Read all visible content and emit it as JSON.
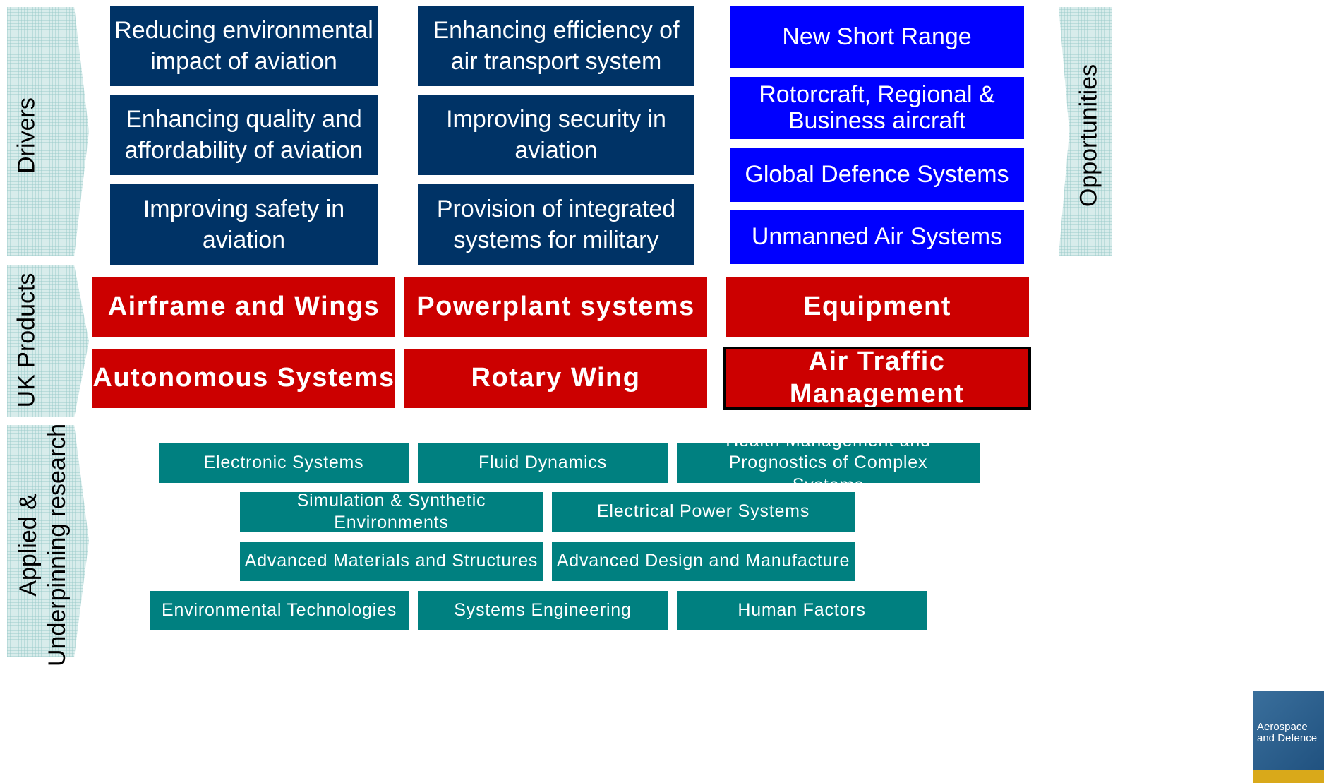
{
  "bands": {
    "drivers": "Drivers",
    "products": "UK Products",
    "research_line1": "Applied &",
    "research_line2": "Underpinning research",
    "opportunities": "Opportunities"
  },
  "drivers": [
    "Reducing environmental impact of aviation",
    "Enhancing efficiency of air transport system",
    "Enhancing quality and affordability of aviation",
    "Improving security in aviation",
    "Improving safety in aviation",
    "Provision of integrated systems for military"
  ],
  "opportunities": [
    "New Short Range",
    "Rotorcraft, Regional & Business aircraft",
    "Global Defence Systems",
    "Unmanned Air Systems"
  ],
  "products": [
    "Airframe and Wings",
    "Powerplant systems",
    "Equipment",
    "Autonomous Systems",
    "Rotary Wing",
    "Air Traffic Management"
  ],
  "research": [
    "Electronic Systems",
    "Fluid Dynamics",
    "Health Management and Prognostics of Complex Systems",
    "Simulation & Synthetic Environments",
    "Electrical Power Systems",
    "Advanced Materials and Structures",
    "Advanced Design and Manufacture",
    "Environmental Technologies",
    "Systems Engineering",
    "Human Factors"
  ],
  "logo": {
    "line1": "Aerospace",
    "line2": "and Defence"
  },
  "colors": {
    "driver_box": "#003366",
    "opportunity_box": "#0000ff",
    "product_box": "#cc0000",
    "research_box": "#008080",
    "band_fill": "#d8eceb"
  }
}
